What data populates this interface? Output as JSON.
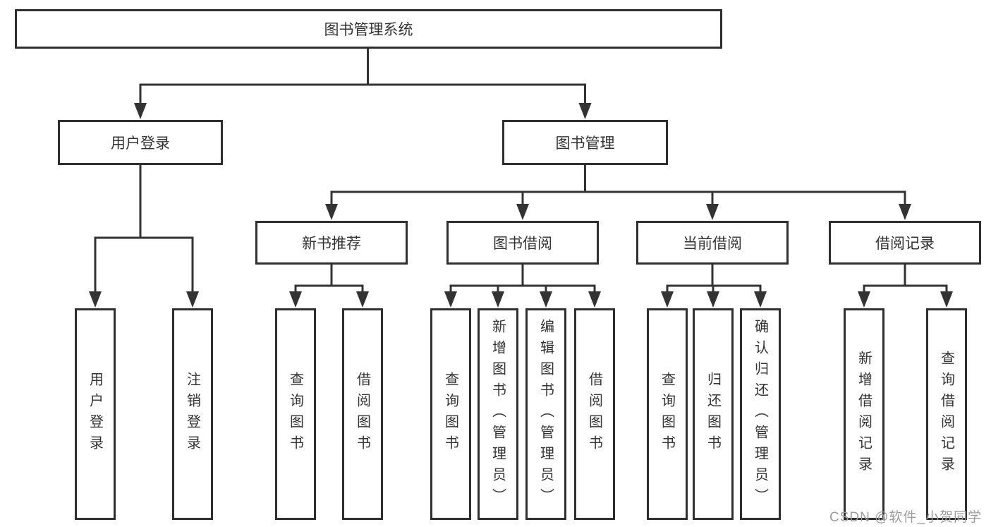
{
  "tree": {
    "label": "图书管理系统",
    "children": [
      {
        "label": "用户登录",
        "children": [
          {
            "label": "用户登录"
          },
          {
            "label": "注销登录"
          }
        ]
      },
      {
        "label": "图书管理",
        "children": [
          {
            "label": "新书推荐",
            "children": [
              {
                "label": "查询图书"
              },
              {
                "label": "借阅图书"
              }
            ]
          },
          {
            "label": "图书借阅",
            "children": [
              {
                "label": "查询图书"
              },
              {
                "label": "新增图书（管理员）"
              },
              {
                "label": "编辑图书（管理员）"
              },
              {
                "label": "借阅图书"
              }
            ]
          },
          {
            "label": "当前借阅",
            "children": [
              {
                "label": "查询图书"
              },
              {
                "label": "归还图书"
              },
              {
                "label": "确认归还（管理员）"
              }
            ]
          },
          {
            "label": "借阅记录",
            "children": [
              {
                "label": "新增借阅记录"
              },
              {
                "label": "查询借阅记录"
              }
            ]
          }
        ]
      }
    ]
  },
  "watermark": "CSDN @软件_小贺同学",
  "colors": {
    "line": "#333333",
    "box_border": "#2f2f2f",
    "text": "#333333",
    "watermark": "#9c9c9c",
    "background": "#ffffff"
  }
}
